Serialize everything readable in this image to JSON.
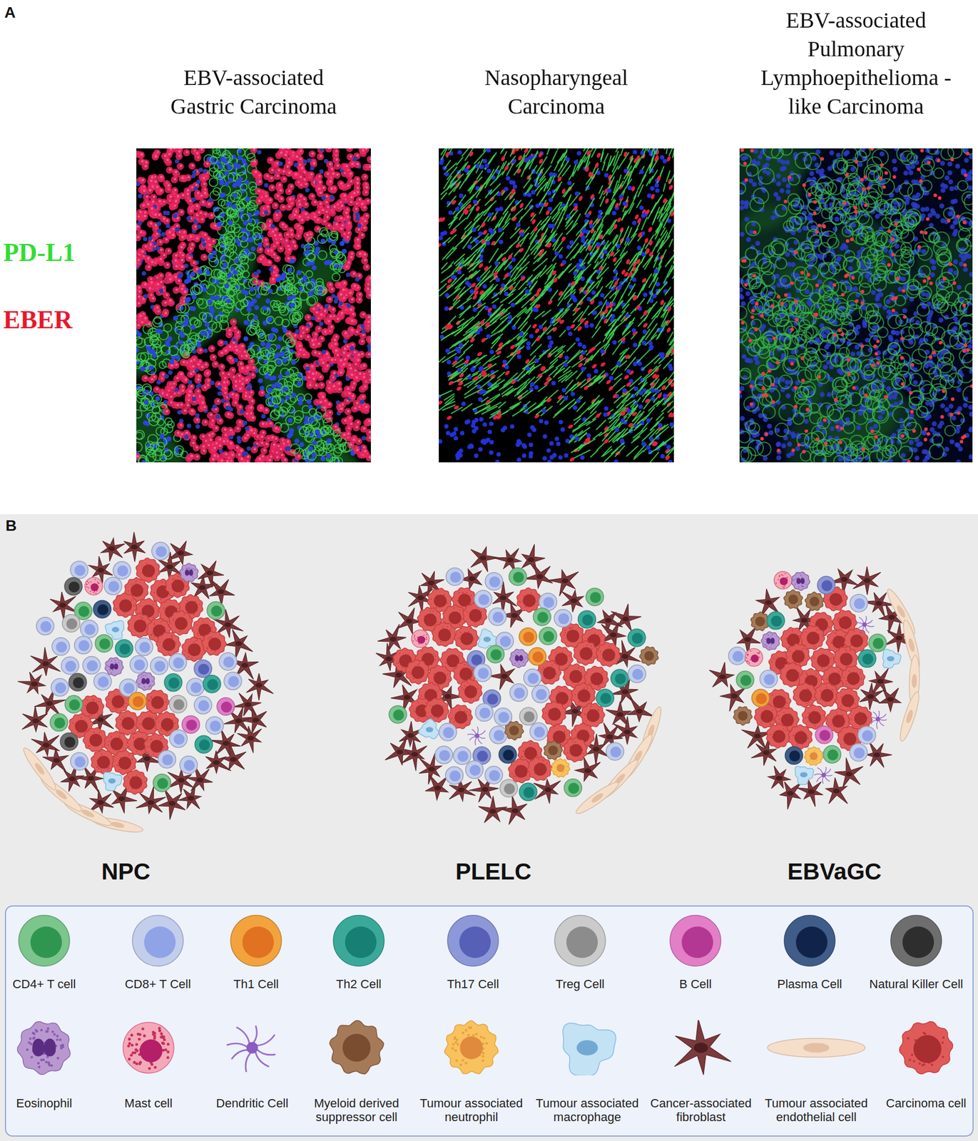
{
  "diagram": {
    "nodes": [
      {
        "text": [
          "EBV-associated Gastric Carcinoma"
        ]
      },
      {
        "text": [
          "Nasopharyngeal Carcinoma"
        ]
      },
      {
        "text": [
          "EBV-associated Pulmonary Lymphoepithelioma -like Carcinoma"
        ]
      },
      {
        "text": [
          "NPC"
        ]
      },
      {
        "text": [
          "PLELC"
        ]
      },
      {
        "text": [
          "EBVaGC"
        ]
      }
    ],
    "labels": [
      "A",
      "PD-L1",
      "EBER",
      "B"
    ],
    "legend": [
      {
        "text": "CD4+ T cell"
      },
      {
        "text": "CD8+ T Cell"
      },
      {
        "text": "Th1 Cell"
      },
      {
        "text": "Th2 Cell"
      },
      {
        "text": "Th17 Cell"
      },
      {
        "text": "Treg Cell"
      },
      {
        "text": "B Cell"
      },
      {
        "text": "Plasma Cell"
      },
      {
        "text": "Natural Killer Cell"
      },
      {
        "text": "Eosinophil"
      },
      {
        "text": "Mast cell"
      },
      {
        "text": "Dendritic Cell"
      },
      {
        "text": "Myeloid derived suppressor cell"
      },
      {
        "text": "Tumour associated neutrophil"
      },
      {
        "text": "Tumour associated macrophage"
      },
      {
        "text": "Cancer-associated fibroblast"
      },
      {
        "text": "Tumour associated endothelial cell"
      },
      {
        "text": "Carcinoma cell"
      }
    ]
  }
}
